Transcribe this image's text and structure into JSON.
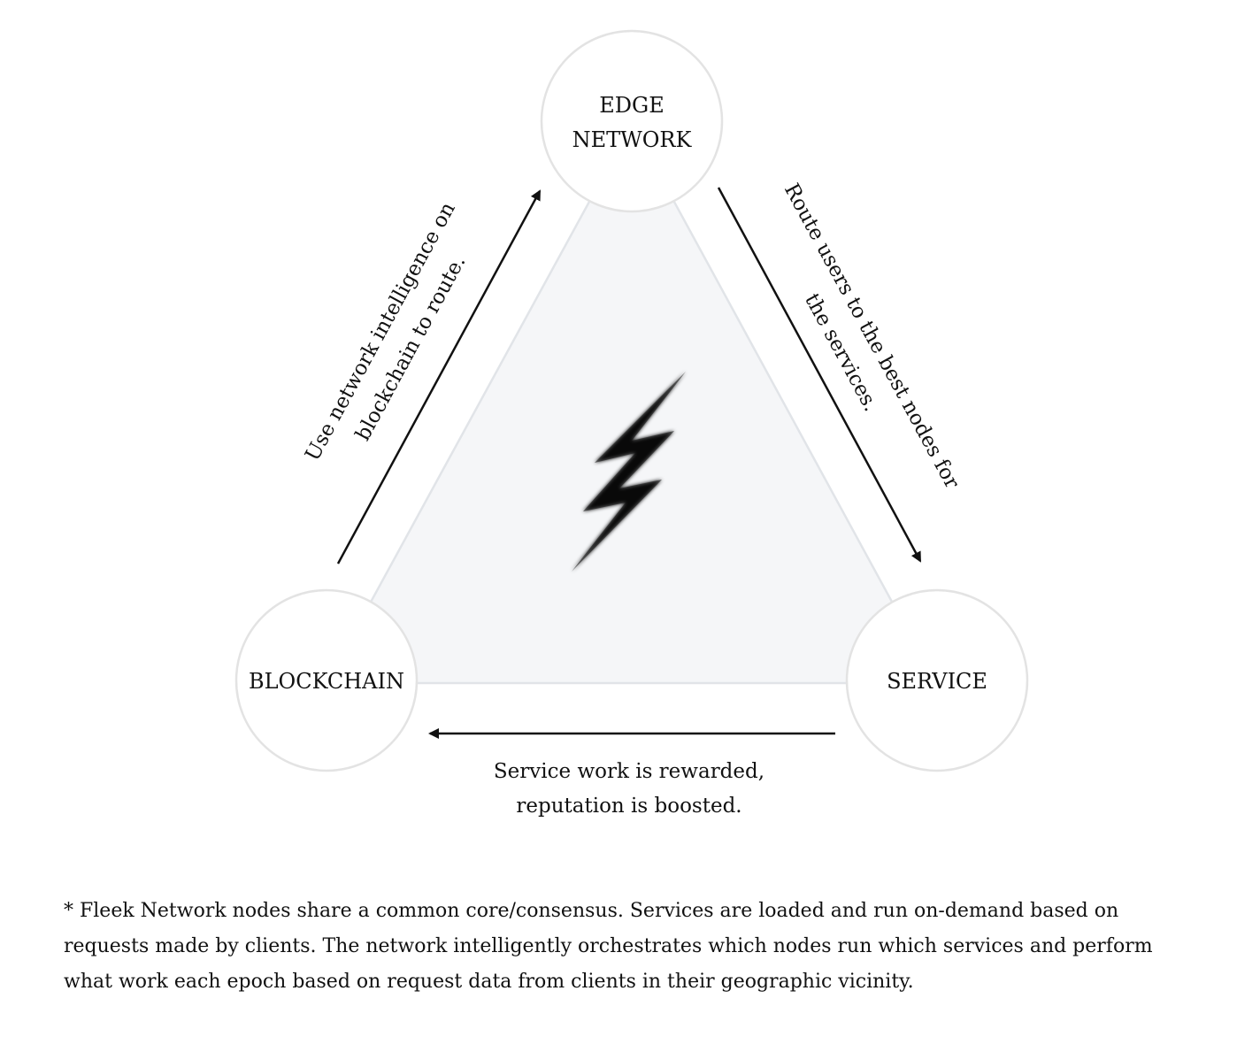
{
  "nodes": {
    "edge_network": {
      "line1": "EDGE",
      "line2": "NETWORK"
    },
    "blockchain": {
      "label": "BLOCKCHAIN"
    },
    "service": {
      "label": "SERVICE"
    }
  },
  "edges": {
    "blockchain_to_edge": {
      "line1": "Use network intelligence on",
      "line2": "blockchain to route."
    },
    "edge_to_service": {
      "line1": "Route users to the best nodes for",
      "line2": "the services."
    },
    "service_to_blockchain": {
      "line1": "Service work is rewarded,",
      "line2": "reputation is boosted."
    }
  },
  "center_icon": "lightning-bolt",
  "footnote": "* Fleek Network nodes share a common core/consensus. Services are loaded and run on-demand based on requests made by clients. The network intelligently orchestrates which nodes run which services and perform what work each epoch based on request data from clients in their geographic vicinity."
}
